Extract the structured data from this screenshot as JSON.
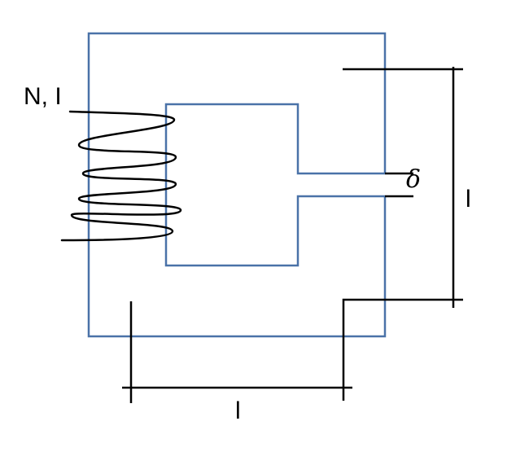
{
  "labels": {
    "coil": "N, I",
    "gap": "δ",
    "height": "l",
    "width": "l"
  },
  "colors": {
    "core": "#4a72a8",
    "ink": "#000000",
    "background": "#ffffff"
  }
}
